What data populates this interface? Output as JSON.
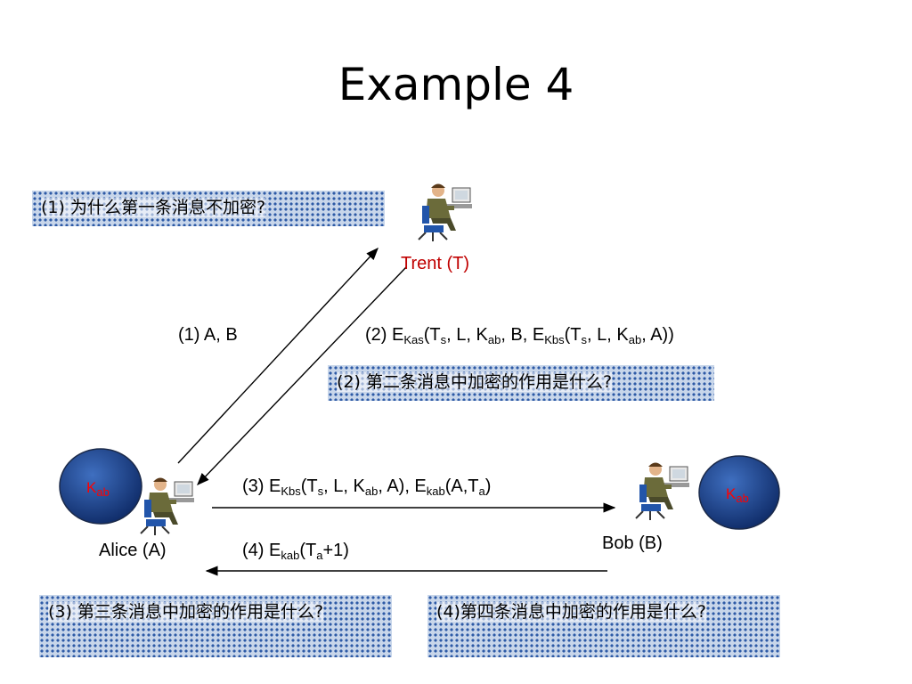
{
  "title": "Example  4",
  "notes": {
    "q1": "(1) 为什么第一条消息不加密?",
    "q2": "(2) 第二条消息中加密的作用是什么?",
    "q3": "(3) 第三条消息中加密的作用是什么?",
    "q4": "(4)第四条消息中加密的作用是什么?"
  },
  "parties": {
    "trent": "Trent (T)",
    "alice": "Alice (A)",
    "bob": "Bob (B)"
  },
  "keys": {
    "prefix": "K",
    "sub": "ab"
  },
  "messages": {
    "m1": "(1) A, B",
    "m2": {
      "p1": "(2) E",
      "s1": "Kas",
      "p2": "(T",
      "s2": "s",
      "p3": ", L, K",
      "s3": "ab",
      "p4": ", B, E",
      "s4": "Kbs",
      "p5": "(T",
      "s5": "s",
      "p6": ", L, K",
      "s6": "ab",
      "p7": ", A))"
    },
    "m3": {
      "p1": "(3) E",
      "s1": "Kbs",
      "p2": "(T",
      "s2": "s",
      "p3": ", L, K",
      "s3": "ab",
      "p4": ", A), E",
      "s4": "kab",
      "p5": "(A,T",
      "s5": "a",
      "p6": ")"
    },
    "m4": {
      "p1": "(4) E",
      "s1": "kab",
      "p2": "(T",
      "s2": "a",
      "p3": "+1)"
    }
  },
  "colors": {
    "party_trent": "#c00000",
    "key_text": "#ff0000",
    "note_dot": "#2d5aa6",
    "arrow": "#000000"
  },
  "icons": {
    "person": "person-at-computer-icon",
    "key_ball": "key-sphere-icon"
  }
}
